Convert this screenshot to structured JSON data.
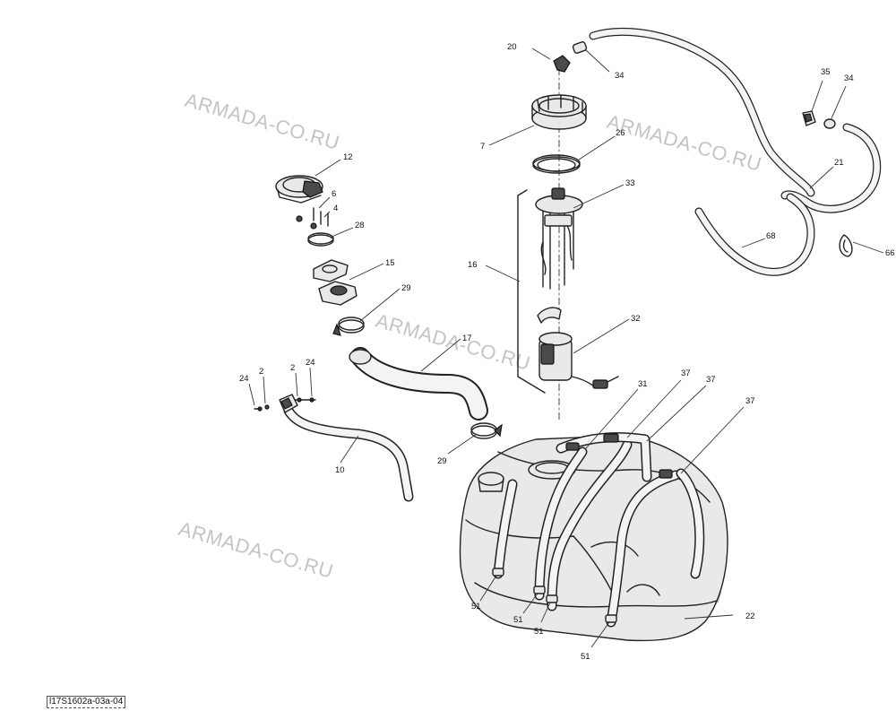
{
  "watermark": "ARMADA-CO.RU",
  "reference_code": "l17S1602a-03a-04",
  "callouts": [
    {
      "id": "c20",
      "text": "20"
    },
    {
      "id": "c34a",
      "text": "34"
    },
    {
      "id": "c35",
      "text": "35"
    },
    {
      "id": "c34b",
      "text": "34"
    },
    {
      "id": "c7",
      "text": "7"
    },
    {
      "id": "c26",
      "text": "26"
    },
    {
      "id": "c12",
      "text": "12"
    },
    {
      "id": "c6",
      "text": "6"
    },
    {
      "id": "c4",
      "text": "4"
    },
    {
      "id": "c28",
      "text": "28"
    },
    {
      "id": "c33",
      "text": "33"
    },
    {
      "id": "c21",
      "text": "21"
    },
    {
      "id": "c68",
      "text": "68"
    },
    {
      "id": "c66",
      "text": "66"
    },
    {
      "id": "c16",
      "text": "16"
    },
    {
      "id": "c15",
      "text": "15"
    },
    {
      "id": "c29a",
      "text": "29"
    },
    {
      "id": "c32",
      "text": "32"
    },
    {
      "id": "c17",
      "text": "17"
    },
    {
      "id": "c24a",
      "text": "24"
    },
    {
      "id": "c2a",
      "text": "2"
    },
    {
      "id": "c2b",
      "text": "2"
    },
    {
      "id": "c24b",
      "text": "24"
    },
    {
      "id": "c37a",
      "text": "37"
    },
    {
      "id": "c37b",
      "text": "37"
    },
    {
      "id": "c31",
      "text": "31"
    },
    {
      "id": "c37c",
      "text": "37"
    },
    {
      "id": "c10",
      "text": "10"
    },
    {
      "id": "c29b",
      "text": "29"
    },
    {
      "id": "c51a",
      "text": "51"
    },
    {
      "id": "c51b",
      "text": "51"
    },
    {
      "id": "c51c",
      "text": "51"
    },
    {
      "id": "c22",
      "text": "22"
    },
    {
      "id": "c51d",
      "text": "51"
    }
  ]
}
